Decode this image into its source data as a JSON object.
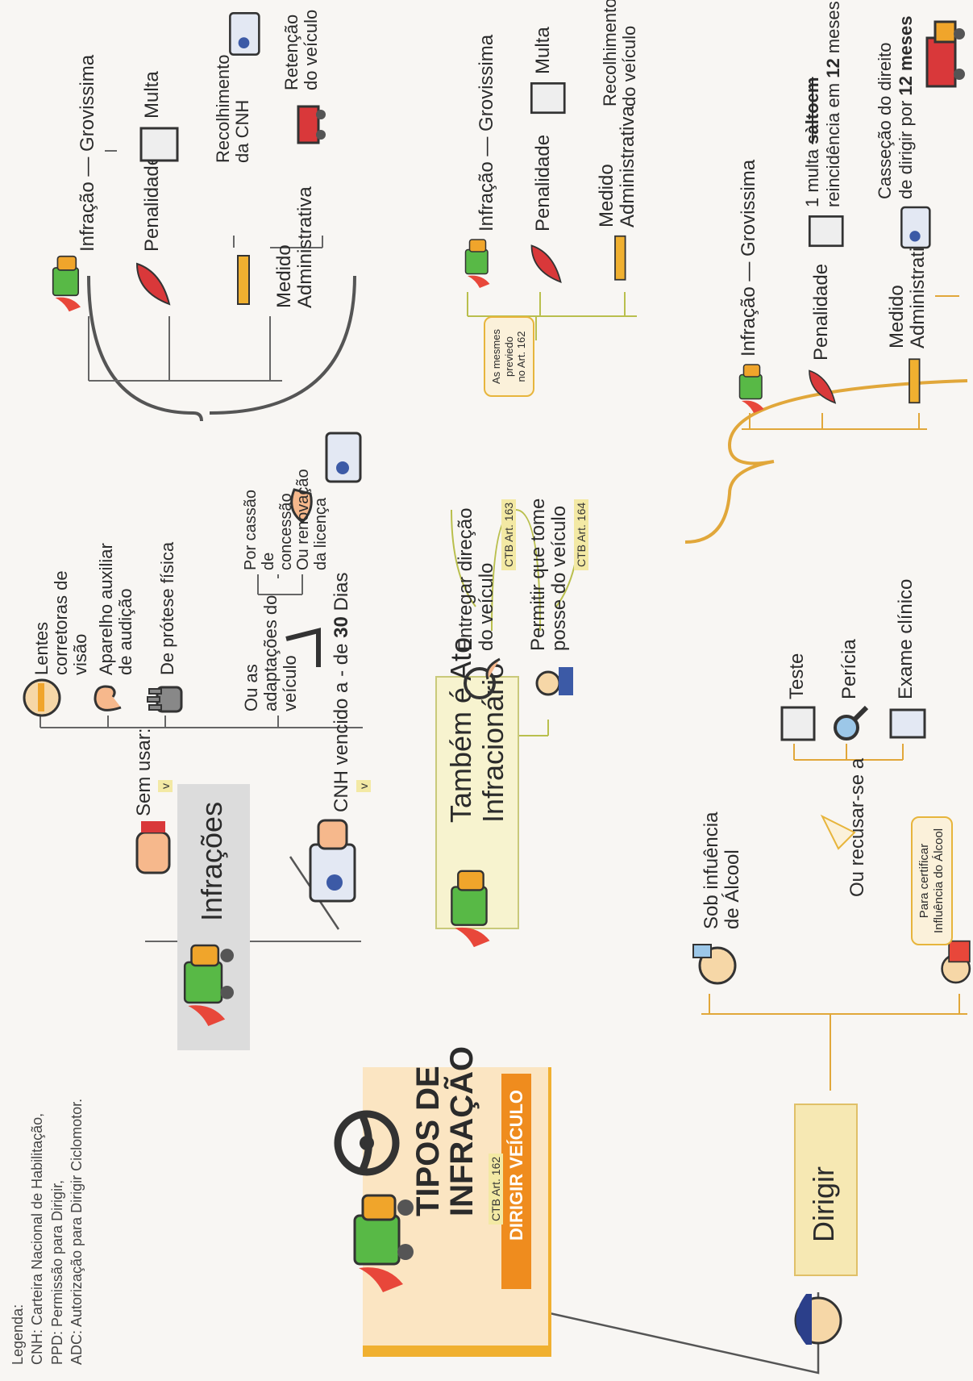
{
  "legend": {
    "title": "Legenda:",
    "items": [
      "CNH: Carteira Nacional de Habilitação,",
      "PPD: Permissão para Dirigir,",
      "ADC: Autorização para Dirigir Ciclomotor."
    ]
  },
  "central": {
    "title_line1": "TIPOS DE",
    "title_line2": "INFRAÇÃO",
    "banner": "DIRIGIR VEÍCULO",
    "article": "CTB Art. 162"
  },
  "infracoes": {
    "label": "Infrações",
    "sem_usar": "Sem usar:",
    "sem_usar_items": [
      "Lentes corretoras de visão",
      "Aparelho auxiliar de audição",
      "De prótese física",
      "Ou as adaptações do veículo"
    ],
    "adaptacoes_sub": [
      "Por cassão de concessão",
      "Ou renovação da licença"
    ],
    "cnh_vencido": "CNH vencido a - de",
    "cnh_days": "30",
    "cnh_days_unit": "Dias",
    "v_mark": "v",
    "results": {
      "infracao": "Infração",
      "grav": "Grovissima",
      "penalidade": "Penalidade",
      "multa": "Multa",
      "medida_1": "Medido",
      "medida_2": "Administrativa",
      "recolhimento_1": "Recolhimento",
      "recolhimento_2": "da CNH",
      "retencao_1": "Retenção",
      "retencao_2": "do veículo"
    }
  },
  "tambem": {
    "label_1": "Também é Ato",
    "label_2": "Infracionário",
    "entregar_1": "Entregar direção",
    "entregar_2": "do veículo",
    "entregar_art": "CTB Art. 163",
    "permitir_1": "Permitir que tome",
    "permitir_2": "posse do veículo",
    "permitir_art": "CTB Art. 164",
    "note_1": "As mesmes",
    "note_2": "previedo",
    "note_3": "no Art. 162",
    "results": {
      "infracao": "Infração",
      "grav": "Grovissima",
      "penalidade": "Penalidade",
      "multa": "Multa",
      "medida_1": "Medido",
      "medida_2": "Administrativa",
      "recolhimento_1": "Recolhimento",
      "recolhimento_2": "do veículo"
    }
  },
  "dirigir": {
    "label": "Dirigir",
    "sob_1": "Sob infuência",
    "sob_2": "de Álcool",
    "recusar": "Ou recusar-se a",
    "note_1": "Para certificar",
    "note_2": "Influência do Álcool",
    "tests": [
      "Teste",
      "Perícia",
      "Exame clínico"
    ],
    "results": {
      "infracao": "Infração",
      "grav": "Grovissima",
      "penalidade": "Penalidade",
      "multa_prefix": "1 multa",
      "multa_strike": "sàltoem",
      "multa_rest": "reincidência em",
      "multa_num": "12",
      "multa_unit": "meses",
      "medida_1": "Medido",
      "medida_2": "Administrativa",
      "cassacao_1": "Casseção do direito",
      "cassacao_2": "de dirigir por",
      "cassacao_num": "12 meses"
    }
  }
}
